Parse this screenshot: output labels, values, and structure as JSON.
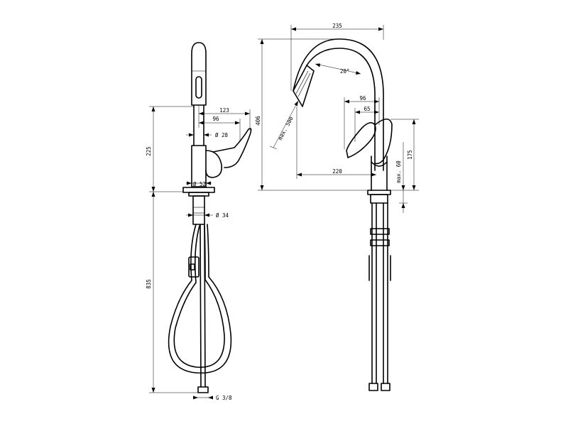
{
  "side_view": {
    "dim_overall_height": "225",
    "dim_hose_length": "835",
    "dim_reach_123": "123",
    "dim_reach_96": "96",
    "dim_spout_dia": "Ø 28",
    "dim_base_dia": "Ø 52",
    "dim_shank_dia": "Ø 34",
    "dim_connection": "G 3/8"
  },
  "front_view": {
    "dim_spout_reach": "235",
    "dim_angle": "20°",
    "dim_lever_96": "96",
    "dim_lever_65": "65",
    "dim_height_406": "406",
    "dim_pullout": "max. 500",
    "dim_outlet_220": "220",
    "dim_lever_175": "175",
    "dim_max_60": "max. 60"
  }
}
